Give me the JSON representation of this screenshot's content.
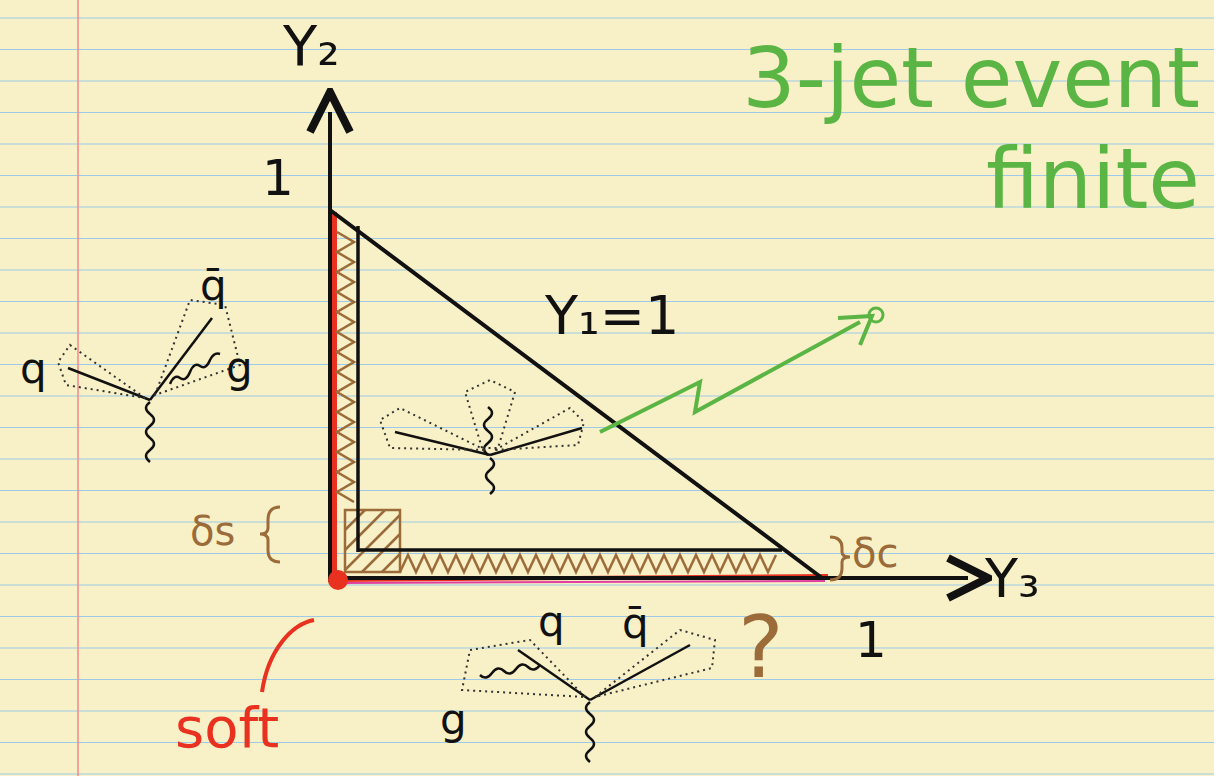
{
  "diagram": {
    "labels": [
      "Y₂",
      "1",
      "3-jet event finite",
      "Y₁=1",
      "q",
      "q̄",
      "g",
      "δs",
      "δc",
      "Y₃",
      "1",
      "soft",
      "q",
      "q̄",
      "g",
      "?"
    ]
  }
}
